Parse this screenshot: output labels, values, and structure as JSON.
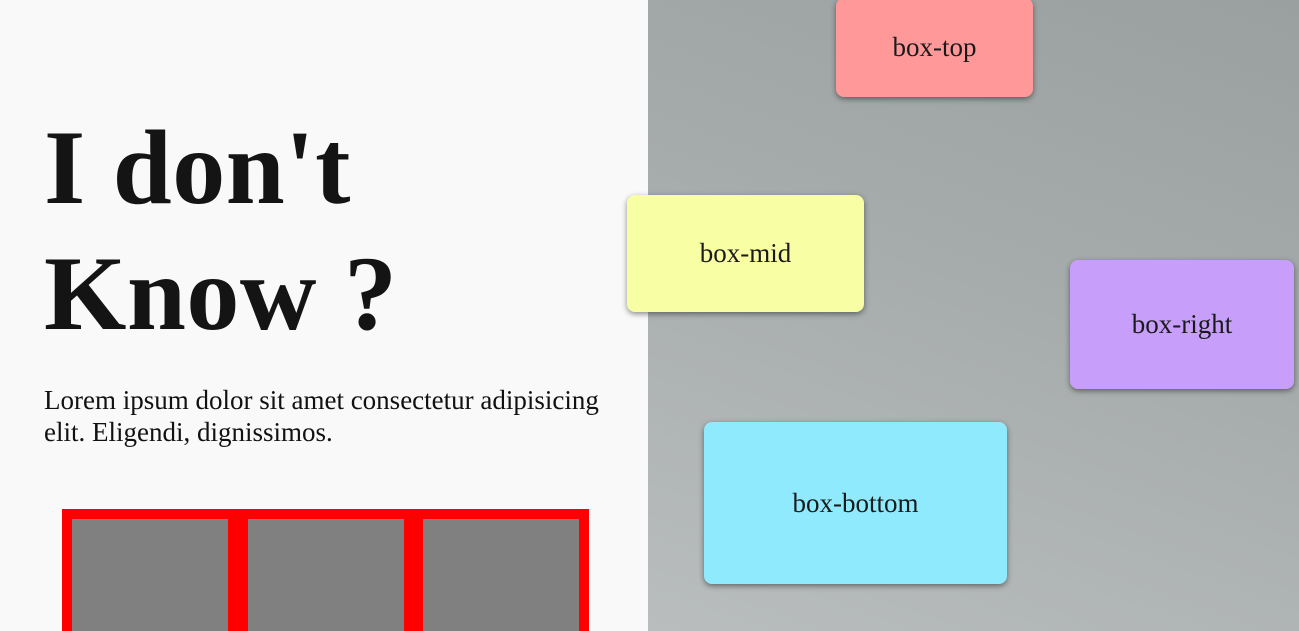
{
  "hero": {
    "headline_line1": "I don't",
    "headline_line2": "Know ?",
    "lead_text": "Lorem ipsum dolor sit amet consectetur adipisicing elit. Eligendi, dignissimos."
  },
  "grid": {
    "border_color": "#ff0000",
    "cell_color": "#808080",
    "cell_count": 3
  },
  "boxes": [
    {
      "id": "box-top",
      "label": "box-top",
      "color": "#ff9999"
    },
    {
      "id": "box-mid",
      "label": "box-mid",
      "color": "#f8fea4"
    },
    {
      "id": "box-right",
      "label": "box-right",
      "color": "#c79ffa"
    },
    {
      "id": "box-bottom",
      "label": "box-bottom",
      "color": "#90eafd"
    }
  ],
  "colors": {
    "left_background": "#f8f9f8",
    "headline": "#141414"
  }
}
